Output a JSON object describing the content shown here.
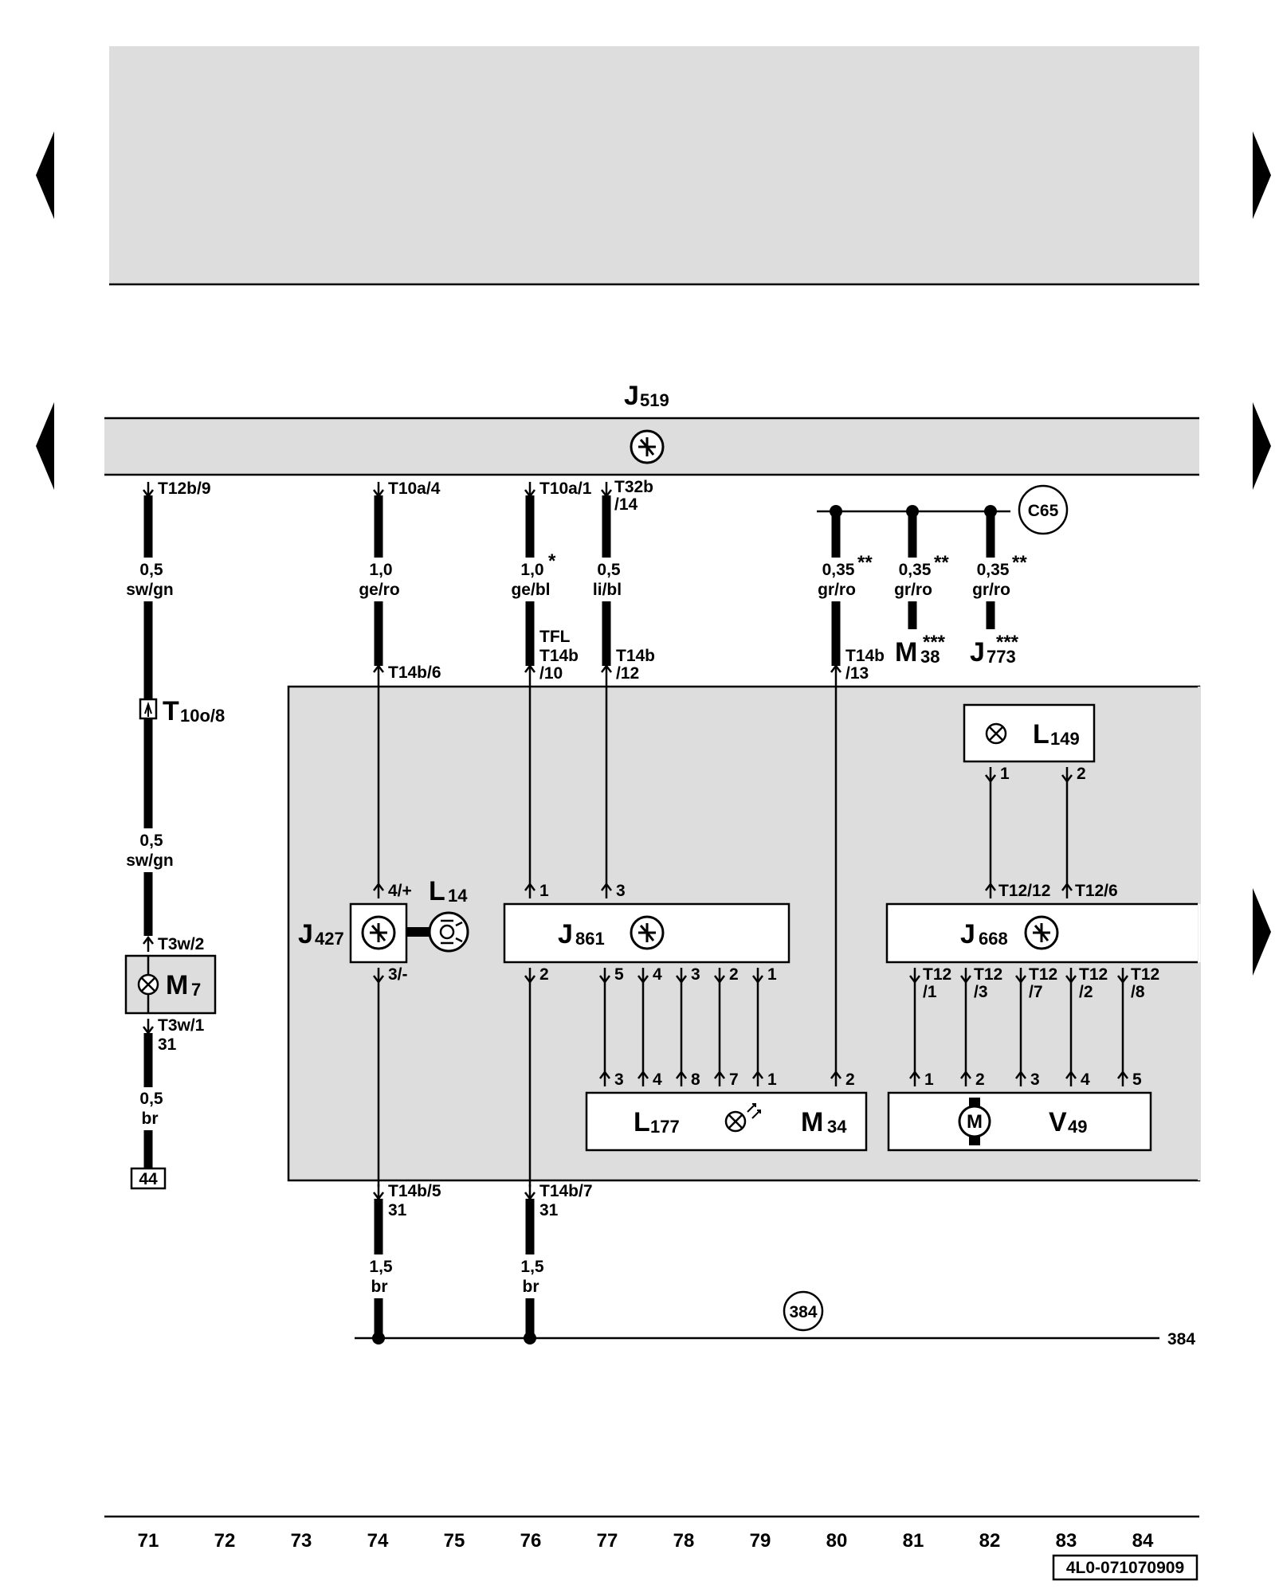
{
  "control_unit": {
    "id": "J",
    "sub": "519"
  },
  "top_pins": {
    "p1": "T12b/9",
    "p2": "T10a/4",
    "p3": "T10a/1",
    "p4a": "T32b",
    "p4b": "/14"
  },
  "wires": {
    "w1a_size": "0,5",
    "w1a_color": "sw/gn",
    "w1b_size": "0,5",
    "w1b_color": "sw/gn",
    "w1c_size": "0,5",
    "w1c_color": "br",
    "w2_size": "1,0",
    "w2_color": "ge/ro",
    "w3_size": "1,0",
    "w3_star": "*",
    "w3_color": "ge/bl",
    "w4_size": "0,5",
    "w4_color": "li/bl",
    "w5_size": "0,35",
    "w5_star": "**",
    "w5_color": "gr/ro",
    "w6_size": "0,35",
    "w6_star": "**",
    "w6_color": "gr/ro",
    "w7_size": "0,35",
    "w7_star": "**",
    "w7_color": "gr/ro",
    "g1_size": "1,5",
    "g1_color": "br",
    "g2_size": "1,5",
    "g2_color": "br"
  },
  "connectors": {
    "c_t10o": "T",
    "c_t10o_sub": "10o/8",
    "m7_top": "T3w/2",
    "m7_bot": "T3w/1",
    "m7_bot2": "31",
    "ref_44": "44",
    "t14b6": "T14b/6",
    "tfl": "TFL",
    "t14b_a": "T14b",
    "t14b_a2": "/10",
    "t14b_b": "T14b",
    "t14b_b2": "/12",
    "t14b_c": "T14b",
    "t14b_c2": "/13",
    "t14b5": "T14b/5",
    "t14b5_2": "31",
    "t14b7": "T14b/7",
    "t14b7_2": "31",
    "c65": "C65",
    "ref_384_circle": "384",
    "ref_384_line": "384"
  },
  "components": {
    "m7": {
      "id": "M",
      "sub": "7"
    },
    "j427": {
      "id": "J",
      "sub": "427",
      "pin_top": "4/+",
      "pin_bot": "3/-"
    },
    "l14": {
      "id": "L",
      "sub": "14"
    },
    "j861": {
      "id": "J",
      "sub": "861",
      "pin1": "1",
      "pin3": "3",
      "pin2": "2",
      "out5": "5",
      "out4": "4",
      "out3": "3",
      "out2": "2",
      "out1": "1"
    },
    "l177": {
      "id": "L",
      "sub": "177",
      "in3": "3",
      "in4": "4",
      "in8": "8",
      "in7": "7",
      "in1": "1",
      "in2": "2"
    },
    "m34": {
      "id": "M",
      "sub": "34"
    },
    "m38": {
      "id": "M",
      "sub": "38",
      "star": "***"
    },
    "j773": {
      "id": "J",
      "sub": "773",
      "star": "***"
    },
    "l149": {
      "id": "L",
      "sub": "149",
      "pin1": "1",
      "pin2": "2"
    },
    "j668": {
      "id": "J",
      "sub": "668",
      "pin_a": "T12/12",
      "pin_b": "T12/6",
      "o1a": "T12",
      "o1b": "/1",
      "o2a": "T12",
      "o2b": "/3",
      "o3a": "T12",
      "o3b": "/7",
      "o4a": "T12",
      "o4b": "/2",
      "o5a": "T12",
      "o5b": "/8"
    },
    "v49": {
      "id": "V",
      "sub": "49",
      "motor": "M",
      "in1": "1",
      "in2": "2",
      "in3": "3",
      "in4": "4",
      "in5": "5"
    }
  },
  "columns": [
    "71",
    "72",
    "73",
    "74",
    "75",
    "76",
    "77",
    "78",
    "79",
    "80",
    "81",
    "82",
    "83",
    "84"
  ],
  "doc_number": "4L0-071070909"
}
